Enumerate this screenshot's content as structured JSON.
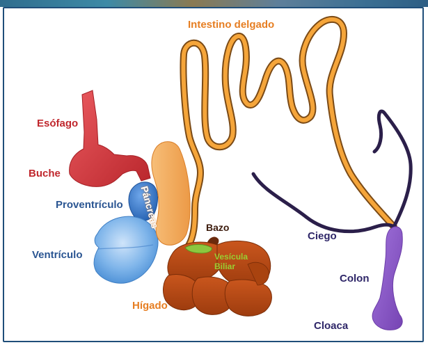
{
  "labels": {
    "intestino_delgado": "Intestino delgado",
    "esofago": "Esófago",
    "buche": "Buche",
    "proventriculo": "Proventrículo",
    "ventriculo": "Ventrículo",
    "pancreas": "Páncreas",
    "bazo": "Bazo",
    "vesicula": "Vesícula Biliar",
    "higado": "Hígado",
    "ciego": "Ciego",
    "colon": "Colon",
    "cloaca": "Cloaca"
  },
  "colors": {
    "frame": "#1f4e79",
    "intestine": "#f5a53a",
    "esophagus": "#d9363e",
    "proventriculus": "#2e6fc7",
    "ventriculus": "#72aee8",
    "pancreas": "#f3a857",
    "liver": "#b84a14",
    "gallbladder": "#8cc63f",
    "ceca": "#2b1f4a",
    "colon": "#8a55c4",
    "label_red": "#c0272d",
    "label_blue": "#2a5592",
    "label_orange": "#e67e22",
    "label_brown": "#a0420f",
    "label_dark": "#3c1b0c",
    "label_purple": "#2e2668",
    "label_green": "#9acd32"
  }
}
